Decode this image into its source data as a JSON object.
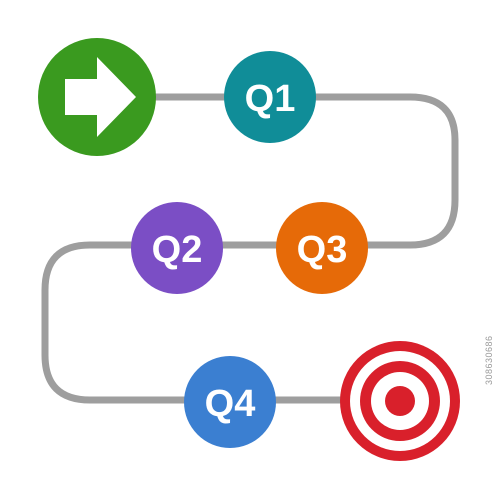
{
  "colors": {
    "path": "#9e9e9e",
    "start": "#3a9a1f",
    "arrow": "#ffffff",
    "target_red": "#d9202b",
    "target_white": "#ffffff"
  },
  "start": {
    "icon": "right-arrow-icon"
  },
  "stages": [
    {
      "label": "Q1",
      "color": "#108d98"
    },
    {
      "label": "Q2",
      "color": "#7b4ec5"
    },
    {
      "label": "Q3",
      "color": "#e66a08"
    },
    {
      "label": "Q4",
      "color": "#3b7fd1"
    }
  ],
  "goal": {
    "icon": "target-icon"
  },
  "watermark": {
    "stock_id": "308630686"
  }
}
